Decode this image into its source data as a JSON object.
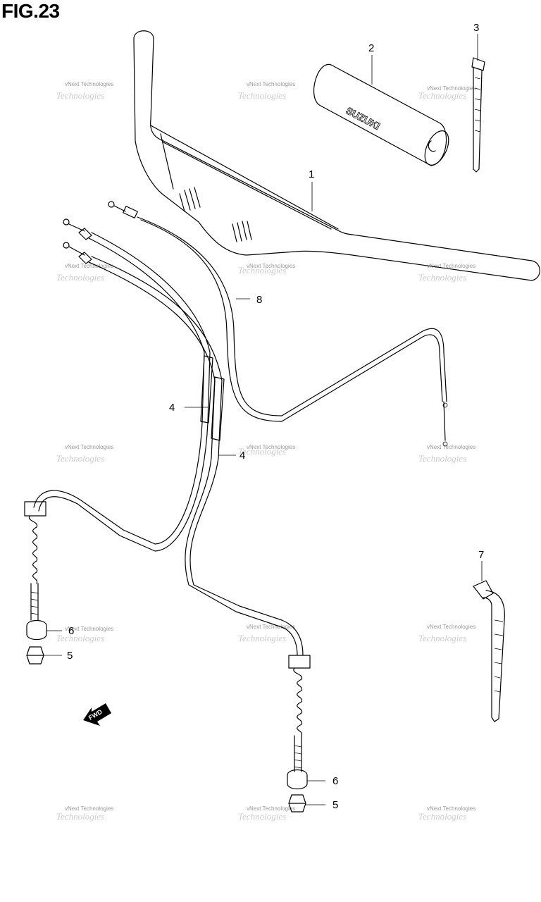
{
  "title": "FIG.23",
  "brand": "SUZUKI",
  "fwd_label": "FWD",
  "watermark": {
    "line1": "vNext Technologies",
    "line2": "Technologies"
  },
  "callouts": [
    "1",
    "2",
    "3",
    "4",
    "4",
    "5",
    "5",
    "6",
    "6",
    "7",
    "8"
  ],
  "colors": {
    "line": "#000000",
    "watermark": "#999999"
  }
}
